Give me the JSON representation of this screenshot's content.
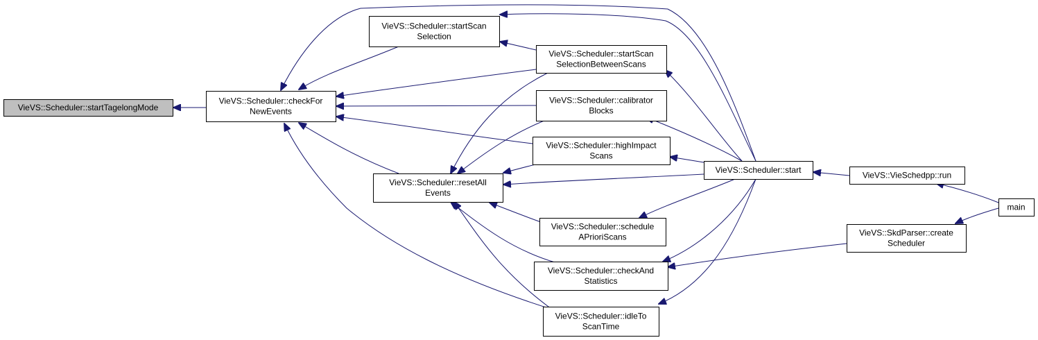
{
  "nodes": [
    {
      "id": "startTagelongMode",
      "lines": [
        "VieVS::Scheduler::startTagelongMode"
      ],
      "root": true
    },
    {
      "id": "checkForNewEvents",
      "lines": [
        "VieVS::Scheduler::checkFor",
        "NewEvents"
      ]
    },
    {
      "id": "startScanSelection",
      "lines": [
        "VieVS::Scheduler::startScan",
        "Selection"
      ]
    },
    {
      "id": "startScanSelectionBetweenScans",
      "lines": [
        "VieVS::Scheduler::startScan",
        "SelectionBetweenScans"
      ]
    },
    {
      "id": "calibratorBlocks",
      "lines": [
        "VieVS::Scheduler::calibrator",
        "Blocks"
      ]
    },
    {
      "id": "highImpactScans",
      "lines": [
        "VieVS::Scheduler::highImpact",
        "Scans"
      ]
    },
    {
      "id": "resetAllEvents",
      "lines": [
        "VieVS::Scheduler::resetAll",
        "Events"
      ]
    },
    {
      "id": "scheduleAPrioriScans",
      "lines": [
        "VieVS::Scheduler::schedule",
        "APrioriScans"
      ]
    },
    {
      "id": "checkAndStatistics",
      "lines": [
        "VieVS::Scheduler::checkAnd",
        "Statistics"
      ]
    },
    {
      "id": "idleToScanTime",
      "lines": [
        "VieVS::Scheduler::idleTo",
        "ScanTime"
      ]
    },
    {
      "id": "start",
      "lines": [
        "VieVS::Scheduler::start"
      ]
    },
    {
      "id": "vieschedppRun",
      "lines": [
        "VieVS::VieSchedpp::run"
      ]
    },
    {
      "id": "createScheduler",
      "lines": [
        "VieVS::SkdParser::create",
        "Scheduler"
      ]
    },
    {
      "id": "main",
      "lines": [
        "main"
      ]
    }
  ],
  "edges": [
    {
      "from": "checkForNewEvents",
      "to": "startTagelongMode"
    },
    {
      "from": "startScanSelection",
      "to": "checkForNewEvents"
    },
    {
      "from": "startScanSelectionBetweenScans",
      "to": "checkForNewEvents"
    },
    {
      "from": "calibratorBlocks",
      "to": "checkForNewEvents"
    },
    {
      "from": "highImpactScans",
      "to": "checkForNewEvents"
    },
    {
      "from": "resetAllEvents",
      "to": "checkForNewEvents"
    },
    {
      "from": "idleToScanTime",
      "to": "checkForNewEvents"
    },
    {
      "from": "start",
      "to": "checkForNewEvents"
    },
    {
      "from": "startScanSelectionBetweenScans",
      "to": "startScanSelection"
    },
    {
      "from": "start",
      "to": "startScanSelection"
    },
    {
      "from": "start",
      "to": "startScanSelectionBetweenScans"
    },
    {
      "from": "start",
      "to": "calibratorBlocks"
    },
    {
      "from": "start",
      "to": "highImpactScans"
    },
    {
      "from": "start",
      "to": "scheduleAPrioriScans"
    },
    {
      "from": "start",
      "to": "checkAndStatistics"
    },
    {
      "from": "start",
      "to": "idleToScanTime"
    },
    {
      "from": "start",
      "to": "resetAllEvents"
    },
    {
      "from": "startScanSelectionBetweenScans",
      "to": "resetAllEvents"
    },
    {
      "from": "calibratorBlocks",
      "to": "resetAllEvents"
    },
    {
      "from": "highImpactScans",
      "to": "resetAllEvents"
    },
    {
      "from": "scheduleAPrioriScans",
      "to": "resetAllEvents"
    },
    {
      "from": "checkAndStatistics",
      "to": "resetAllEvents"
    },
    {
      "from": "idleToScanTime",
      "to": "resetAllEvents"
    },
    {
      "from": "vieschedppRun",
      "to": "start"
    },
    {
      "from": "createScheduler",
      "to": "checkAndStatistics"
    },
    {
      "from": "main",
      "to": "vieschedppRun"
    },
    {
      "from": "main",
      "to": "createScheduler"
    }
  ],
  "colors": {
    "edge": "#191970",
    "root_fill": "#bfbfbf",
    "node_fill": "#ffffff",
    "border": "#000000"
  }
}
